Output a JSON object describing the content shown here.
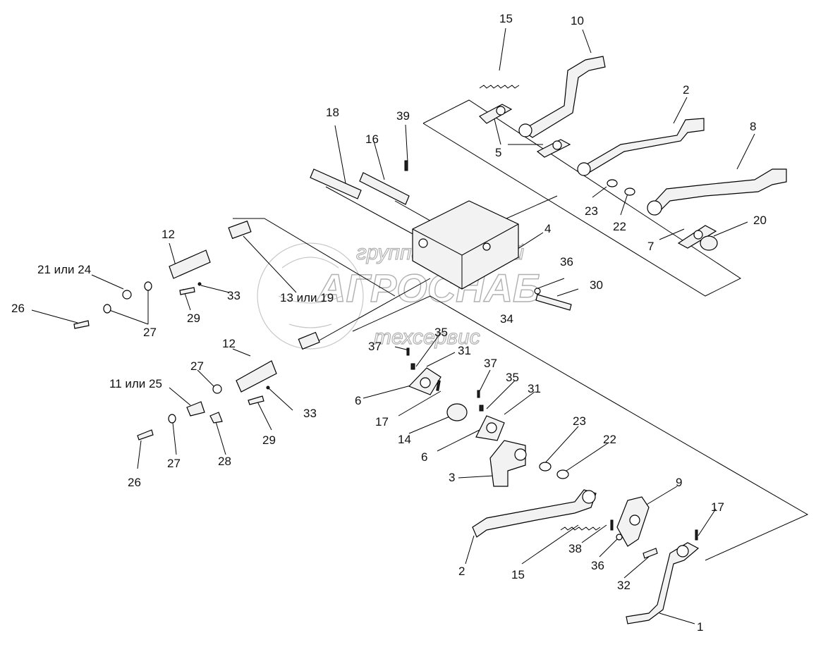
{
  "watermark": {
    "line1": "группа компаний",
    "line2": "АГРОСНАБ",
    "line3": "техсервис"
  },
  "labels": {
    "l15a": "15",
    "l10": "10",
    "l2a": "2",
    "l8": "8",
    "l18": "18",
    "l16": "16",
    "l39": "39",
    "l5": "5",
    "l23a": "23",
    "l22a": "22",
    "l20": "20",
    "l7": "7",
    "l4": "4",
    "l36a": "36",
    "l30": "30",
    "l34": "34",
    "l12a": "12",
    "l2124": "21 или 24",
    "l1319": "13 или 19",
    "l33a": "33",
    "l29a": "29",
    "l26a": "26",
    "l27a": "27",
    "l12b": "12",
    "l37a": "37",
    "l35a": "35",
    "l31a": "31",
    "l27b": "27",
    "l1125": "11 или 25",
    "l6a": "6",
    "l17a": "17",
    "l37b": "37",
    "l35b": "35",
    "l31b": "31",
    "l33b": "33",
    "l29b": "29",
    "l14": "14",
    "l23b": "23",
    "l22b": "22",
    "l6b": "6",
    "l26b": "26",
    "l27c": "27",
    "l28": "28",
    "l3": "3",
    "l9": "9",
    "l17b": "17",
    "l38": "38",
    "l36b": "36",
    "l2b": "2",
    "l15b": "15",
    "l32": "32",
    "l1": "1"
  }
}
